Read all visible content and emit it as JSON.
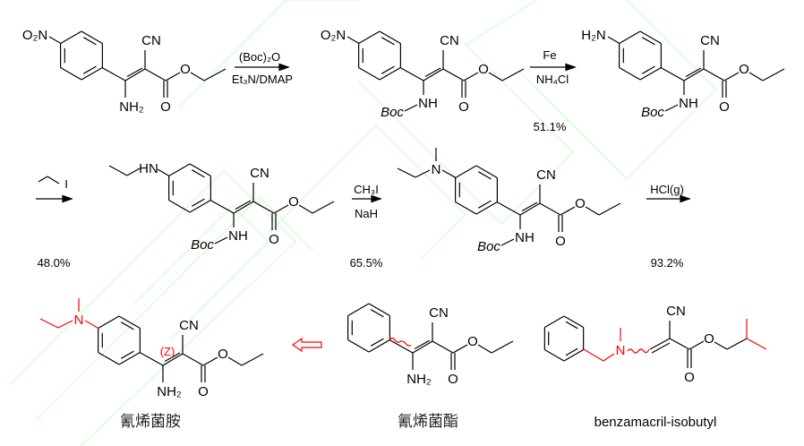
{
  "colors": {
    "bond": "#000000",
    "highlight": "#ff0000",
    "watermark": "#ccffcc"
  },
  "atoms": {
    "cn": "CN",
    "o": "O",
    "nh2": "NH₂",
    "nh": "NH",
    "boc": "Boc",
    "n": "N",
    "hn": "HN"
  },
  "substituents": {
    "nitro": "O₂N",
    "amino": "H₂N"
  },
  "steps": [
    {
      "top": "(Boc)₂O",
      "bottom": "Et₃N/DMAP",
      "yield": ""
    },
    {
      "top": "Fe",
      "bottom": "NH₄Cl",
      "yield": "51.1%"
    },
    {
      "top": "I",
      "bottom": "",
      "yield": "48.0%"
    },
    {
      "top": "CH₃I",
      "bottom": "NaH",
      "yield": "65.5%"
    },
    {
      "top": "HCl(g)",
      "bottom": "",
      "yield": "93.2%"
    }
  ],
  "stereo_label": "(Z)",
  "compounds": [
    {
      "name": "氰烯菌胺"
    },
    {
      "name": "氰烯菌酯"
    },
    {
      "name": "benzamacril-isobutyl"
    }
  ],
  "retro_arrow": "hollow-left-arrow"
}
